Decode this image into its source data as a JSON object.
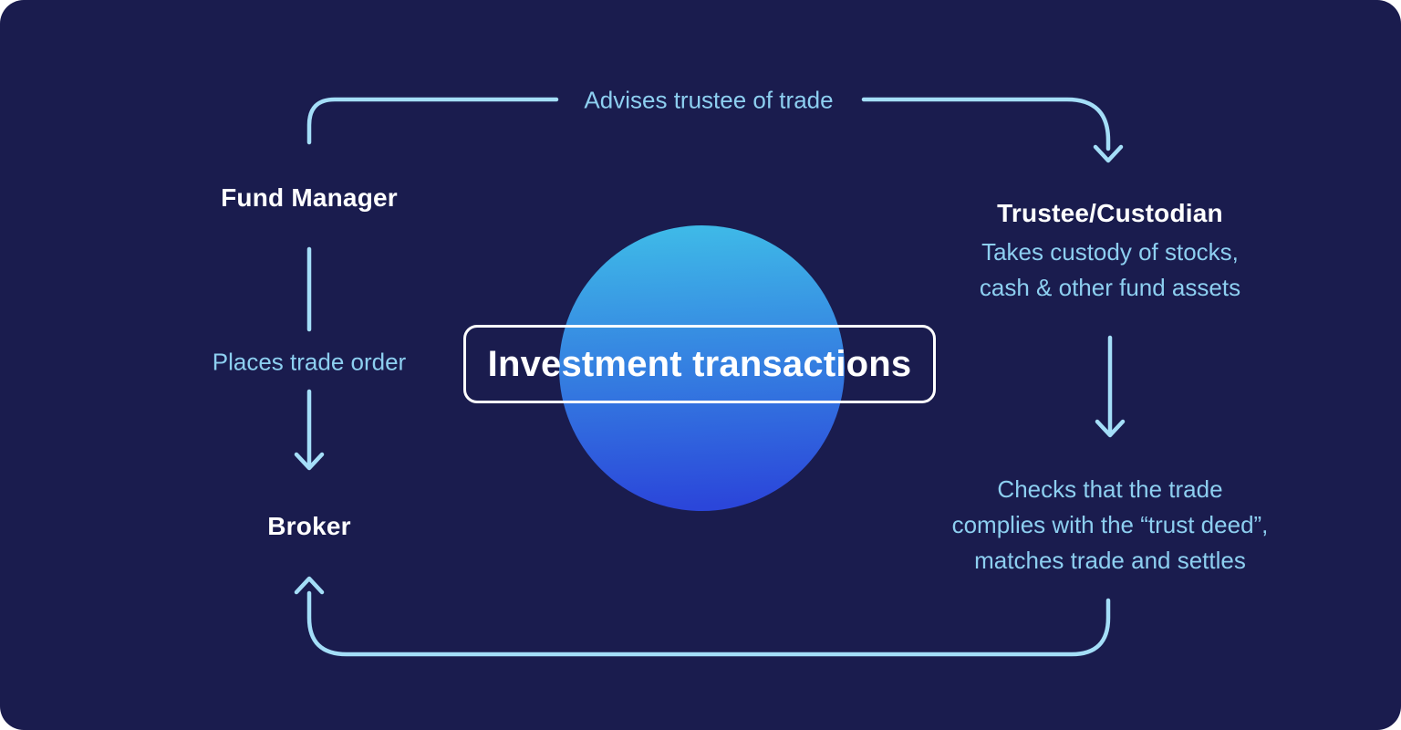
{
  "colors": {
    "bg": "#1A1C4E",
    "page-bg": "#FFFFFF",
    "line": "#A4DEF8",
    "accent-text": "#8DCFF0",
    "white-text": "#FFFFFF",
    "circle-top": "#3FBDE8",
    "circle-bottom": "#2B46DA",
    "box-border": "#FFFFFF"
  },
  "diagram": {
    "title_box": {
      "label": "Investment transactions"
    },
    "nodes": {
      "fund_manager": {
        "label": "Fund Manager"
      },
      "trustee": {
        "label": "Trustee/Custodian",
        "desc": [
          "Takes custody of stocks,",
          "cash & other fund assets"
        ]
      },
      "broker": {
        "label": "Broker"
      }
    },
    "edges": {
      "advises": {
        "label": "Advises trustee of trade"
      },
      "places": {
        "label": "Places trade order"
      },
      "checks": {
        "lines": [
          "Checks that the trade",
          "complies with the “trust deed”,",
          "matches trade and settles"
        ]
      }
    }
  }
}
